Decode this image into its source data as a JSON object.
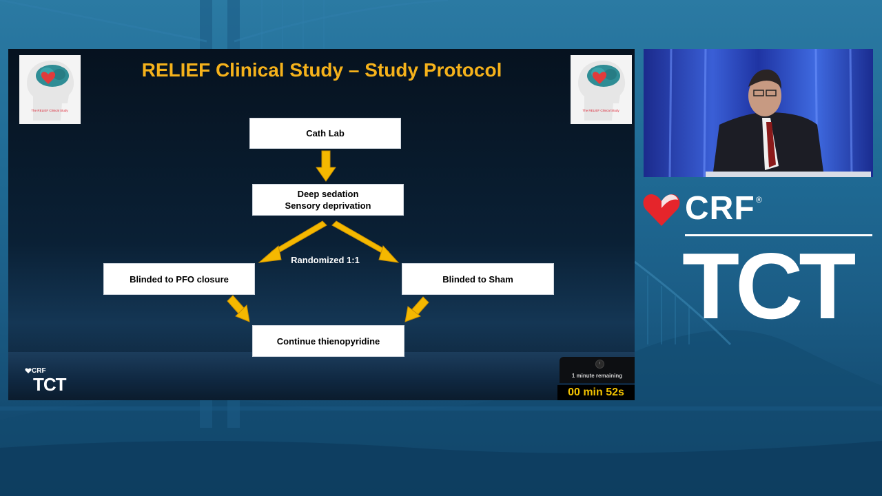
{
  "slide": {
    "title": "RELIEF Clinical Study – Study Protocol",
    "logo_caption": "The RELIEF Clinical Study",
    "flow": {
      "cath_lab": "Cath Lab",
      "sedation_line1": "Deep sedation",
      "sedation_line2": "Sensory deprivation",
      "randomized": "Randomized 1:1",
      "pfo": "Blinded to PFO closure",
      "sham": "Blinded to Sham",
      "continue": "Continue thienopyridine"
    },
    "footer_logo": {
      "crf": "CRF",
      "tct": "TCT"
    }
  },
  "timer": {
    "notice": "1 minute remaining",
    "countdown": "00 min 52s"
  },
  "brand": {
    "crf": "CRF",
    "registered": "®",
    "tct": "TCT"
  },
  "colors": {
    "title_accent": "#f5b21b",
    "arrow_fill": "#f5b800",
    "timer_text": "#f2c200",
    "brand_heart": "#e5252b"
  },
  "icons": {
    "logo": "brain-heart-icon",
    "brand": "heart-icon",
    "timer": "clock-icon"
  }
}
